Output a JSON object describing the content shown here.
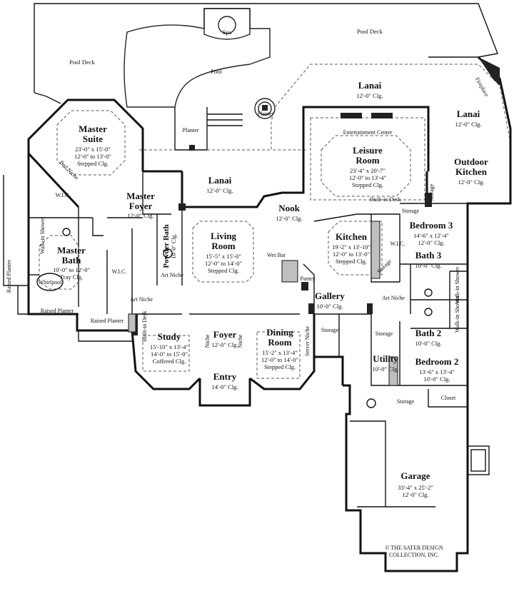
{
  "plan": {
    "credit": [
      "© THE SATER DESIGN",
      "COLLECTION, INC."
    ]
  },
  "labels": {
    "pool_deck_left": "Pool Deck",
    "pool_deck_right": "Pool Deck",
    "spa": "Spa",
    "pool": "Pool",
    "planter_left": "Planter",
    "planter_right": "Planter",
    "fireplace": "Fireplace",
    "raised_planter_side": "Raised Planter",
    "raised_planter_1": "Raised Planter",
    "raised_planter_2": "Raised Planter",
    "bed_niche": "Bed Niche",
    "wic_master": "W.I.C.",
    "walkin_shower_master": "Walk-in Shower",
    "whirlpool": "Whirlpool",
    "wic_master_bath": "W.I.C.",
    "art_niche_1": "Art Niche",
    "art_niche_2": "Art Niche",
    "art_niche_3": "Art Niche",
    "builtin_desk_study": "Built-in Desk",
    "niche_1": "Niche",
    "niche_2": "Niche",
    "server_niche": "Server Niche",
    "storage_gallery": "Storage",
    "wet_bar": "Wet Bar",
    "pantry": "Pantry",
    "builtin_desk_kitchen": "Built-in Desk",
    "storage_kitchen": "Storage",
    "entertainment_center": "Entertainment Center",
    "storage_b3": "Storage",
    "storage_outdoor": "Storage",
    "wic_b3": "W.I.C.",
    "walkin_shower_b3": "Walk-in Shower",
    "walkin_shower_b2": "Walk-in Shower",
    "storage_utility": "Storage",
    "closet": "Closet",
    "storage_garage": "Storage"
  },
  "rooms": {
    "master_suite": {
      "name": [
        "Master",
        "Suite"
      ],
      "dims": [
        "23'-0\" x 15'-0\"",
        "12'-0\" to 13'-0\"",
        "Stepped Clg."
      ]
    },
    "master_foyer": {
      "name": [
        "Master",
        "Foyer"
      ],
      "dims": [
        "12'-0\" Clg."
      ]
    },
    "master_bath": {
      "name": [
        "Master",
        "Bath"
      ],
      "dims": [
        "10'-0\" to 12'-0\"",
        "Tray Clg."
      ]
    },
    "powder_bath": {
      "name": [
        "Powder Bath"
      ],
      "dims": [
        "10'-0\" Clg."
      ]
    },
    "living_room": {
      "name": [
        "Living",
        "Room"
      ],
      "dims": [
        "15'-5\" x 15'-0\"",
        "12'-0\" to 14'-0\"",
        "Stepped Clg."
      ]
    },
    "lanai_center": {
      "name": [
        "Lanai"
      ],
      "dims": [
        "12'-0\" Clg."
      ]
    },
    "lanai_top": {
      "name": [
        "Lanai"
      ],
      "dims": [
        "12'-0\" Clg."
      ]
    },
    "lanai_right": {
      "name": [
        "Lanai"
      ],
      "dims": [
        "12'-0\" Clg."
      ]
    },
    "leisure_room": {
      "name": [
        "Leisure",
        "Room"
      ],
      "dims": [
        "23'-4\" x 20'-7\"",
        "12'-0\" to 13'-4\"",
        "Stepped Clg."
      ]
    },
    "outdoor_kitchen": {
      "name": [
        "Outdoor",
        "Kitchen"
      ],
      "dims": [
        "12'-0\" Clg."
      ]
    },
    "nook": {
      "name": [
        "Nook"
      ],
      "dims": [
        "12'-0\" Clg."
      ]
    },
    "kitchen": {
      "name": [
        "Kitchen"
      ],
      "dims": [
        "19'-2\" x 13'-10\"",
        "12'-0\" to 13'-0\"",
        "Stepped Clg."
      ]
    },
    "bedroom_3": {
      "name": [
        "Bedroom 3"
      ],
      "dims": [
        "14'-6\" x 12'-4\"",
        "12'-0\" Clg."
      ]
    },
    "bath_3": {
      "name": [
        "Bath 3"
      ],
      "dims": [
        "10'-0\" Clg."
      ]
    },
    "gallery": {
      "name": [
        "Gallery"
      ],
      "dims": [
        "10'-0\" Clg."
      ]
    },
    "study": {
      "name": [
        "Study"
      ],
      "dims": [
        "15'-10\" x 13'-4\"",
        "14'-0\" to 15'-0\"",
        "Coffered Clg."
      ]
    },
    "foyer": {
      "name": [
        "Foyer"
      ],
      "dims": [
        "12'-0\" Clg."
      ]
    },
    "entry": {
      "name": [
        "Entry"
      ],
      "dims": [
        "14'-0\" Clg."
      ]
    },
    "dining_room": {
      "name": [
        "Dining",
        "Room"
      ],
      "dims": [
        "15'-2\" x 13'-4\"",
        "12'-0\" to 14'-0\"",
        "Stepped Clg."
      ]
    },
    "utility": {
      "name": [
        "Utility"
      ],
      "dims": [
        "10'-0\" Clg."
      ]
    },
    "bath_2": {
      "name": [
        "Bath 2"
      ],
      "dims": [
        "10'-0\" Clg."
      ]
    },
    "bedroom_2": {
      "name": [
        "Bedroom 2"
      ],
      "dims": [
        "13'-6\" x 13'-4\"",
        "10'-0\" Clg."
      ]
    },
    "garage": {
      "name": [
        "Garage"
      ],
      "dims": [
        "33'-4\" x 25'-2\"",
        "12'-0\" Clg."
      ]
    }
  }
}
